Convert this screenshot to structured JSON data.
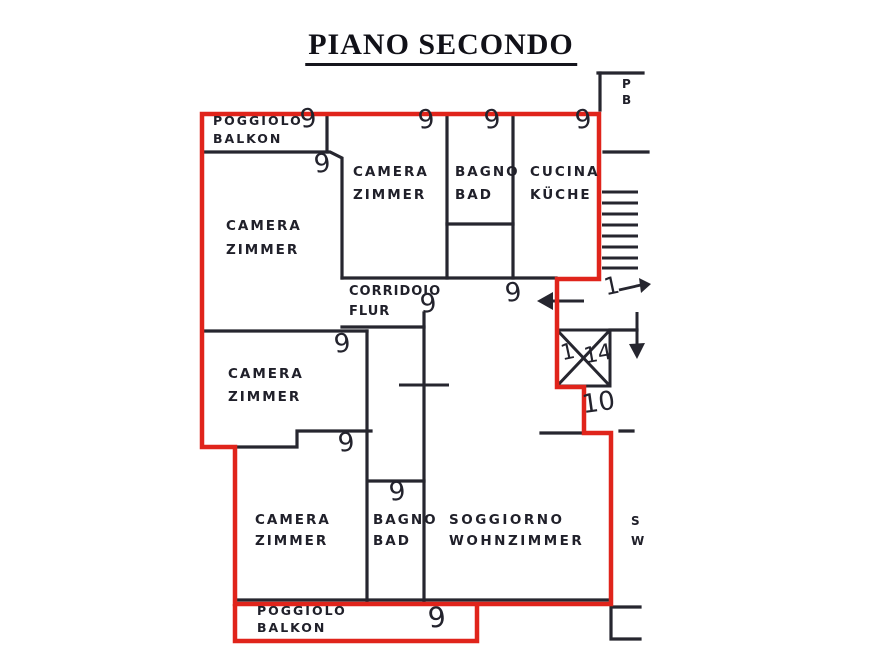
{
  "title": "PIANO SECONDO",
  "colors": {
    "apartment_outline": "#e0241b",
    "walls": "#26262f",
    "ink": "#20202a",
    "background": "#ffffff"
  },
  "rooms": {
    "balcony_top": {
      "it": "POGGIOLO",
      "de": "BALKON"
    },
    "camera_left": {
      "it": "CAMERA",
      "de": "ZIMMER"
    },
    "camera_mid": {
      "it": "CAMERA",
      "de": "ZIMMER"
    },
    "bagno_top": {
      "it": "BAGNO",
      "de": "BAD"
    },
    "cucina": {
      "it": "CUCINA",
      "de": "KÜCHE"
    },
    "corridoio": {
      "it": "CORRIDOIO",
      "de": "FLUR"
    },
    "camera_mid_left": {
      "it": "CAMERA",
      "de": "ZIMMER"
    },
    "camera_bottom": {
      "it": "CAMERA",
      "de": "ZIMMER"
    },
    "bagno_bottom": {
      "it": "BAGNO",
      "de": "BAD"
    },
    "soggiorno": {
      "it": "SOGGIORNO",
      "de": "WOHNZIMMER"
    },
    "balcony_bottom": {
      "it": "POGGIOLO",
      "de": "BALKON"
    },
    "neighbor_top": {
      "it": "P",
      "de": "B"
    },
    "neighbor_right": {
      "it": "S",
      "de": "W"
    }
  },
  "numbers": {
    "unit": "9",
    "lift_left": "1",
    "lift_right": "14",
    "below_lift": "10",
    "stair_flight": "1"
  }
}
